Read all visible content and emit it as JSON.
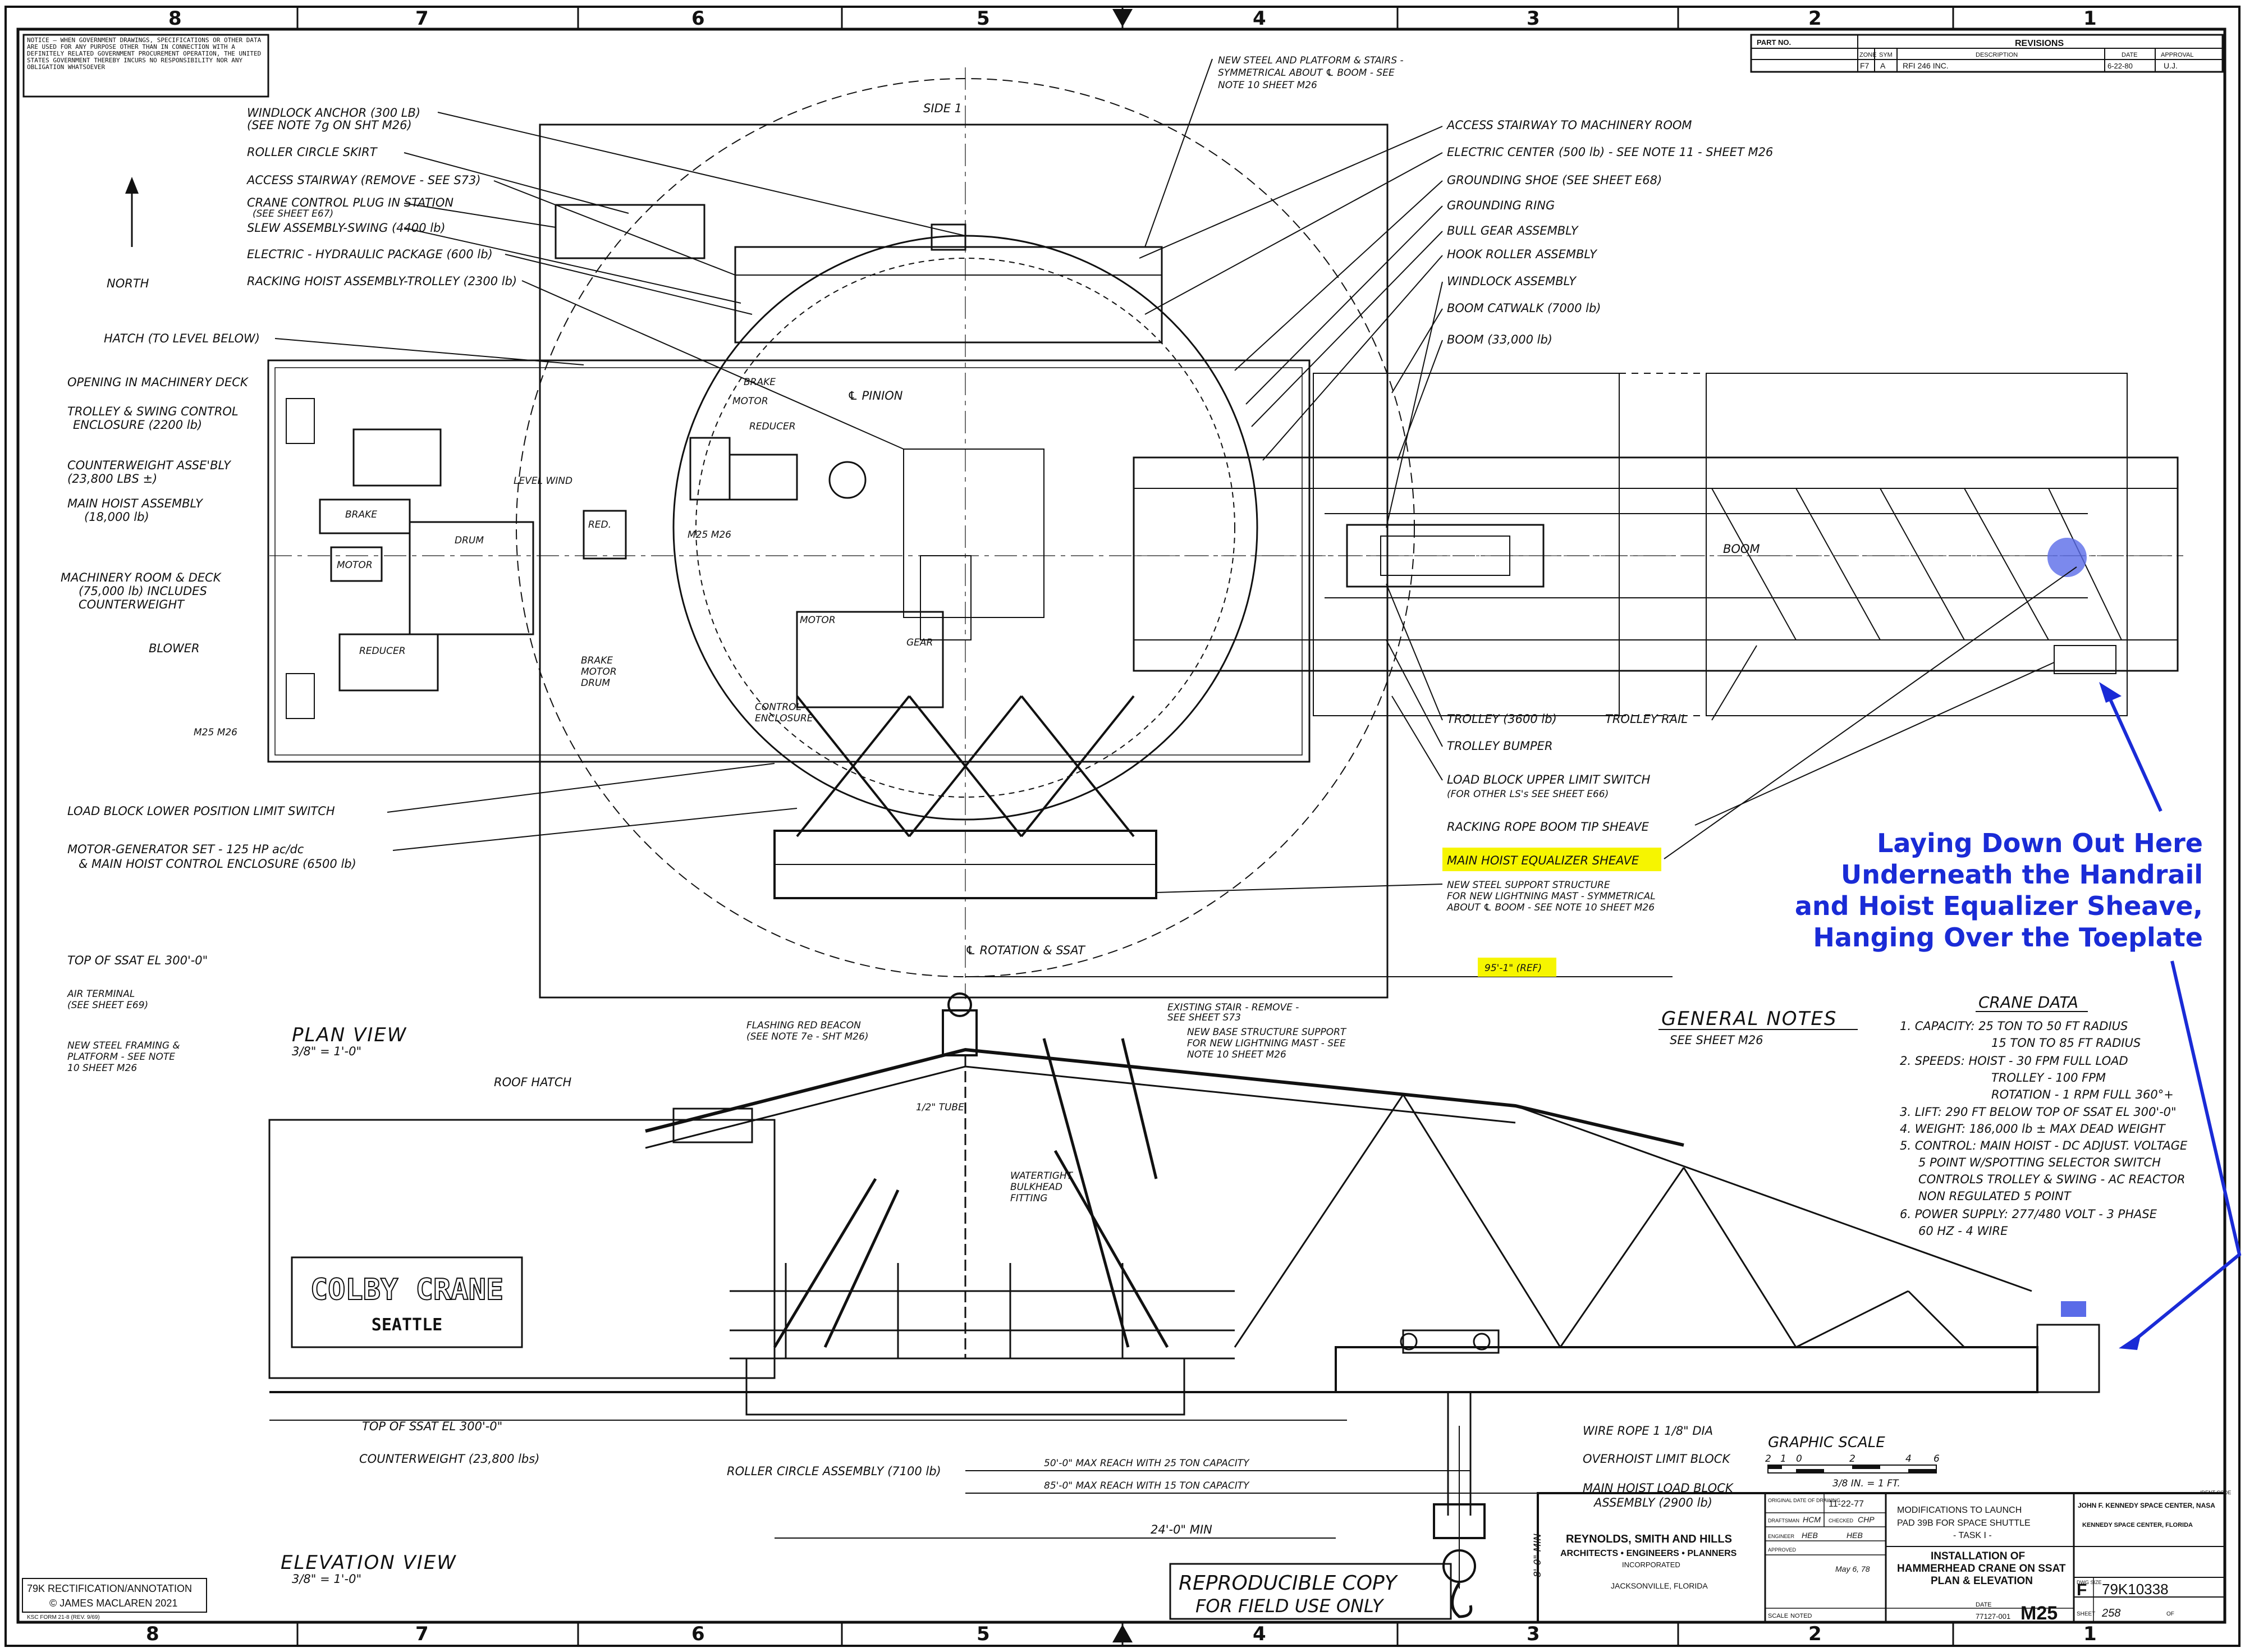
{
  "border": {
    "zones_top": [
      "8",
      "7",
      "6",
      "5",
      "4",
      "3",
      "2",
      "1"
    ],
    "zones_bottom": [
      "8",
      "7",
      "6",
      "5",
      "4",
      "3",
      "2",
      "1"
    ]
  },
  "notice": "NOTICE — WHEN GOVERNMENT DRAWINGS, SPECIFICATIONS OR OTHER DATA ARE USED FOR ANY PURPOSE OTHER THAN IN CONNECTION WITH A DEFINITELY RELATED GOVERNMENT PROCUREMENT OPERATION, THE UNITED STATES GOVERNMENT THEREBY INCURS NO RESPONSIBILITY NOR ANY OBLIGATION WHATSOEVER",
  "revisions": {
    "title": "REVISIONS",
    "part_no_label": "PART NO.",
    "headers": [
      "ZONE",
      "SYM",
      "DESCRIPTION",
      "DATE",
      "APPROVAL"
    ],
    "row": {
      "zone": "F7",
      "sym": "A",
      "desc": "RFI 246 INC.",
      "date": "6-22-80",
      "appr": "U.J."
    }
  },
  "plan": {
    "side_label": "SIDE 1",
    "north": "NORTH",
    "title": "PLAN VIEW",
    "scale": "3/8\" = 1'-0\"",
    "center_label": "℄ ROTATION & SSAT",
    "ref_dim": "95'-1\" (REF)",
    "boom_label": "BOOM",
    "pinion": "℄ PINION",
    "left_callouts": [
      "WINDLOCK ANCHOR (300 LB)",
      "(SEE NOTE 7g ON SHT M26)",
      "ROLLER CIRCLE SKIRT",
      "ACCESS STAIRWAY (REMOVE - SEE S73)",
      "CRANE CONTROL PLUG IN STATION",
      "(SEE SHEET E67)",
      "SLEW ASSEMBLY-SWING (4400 lb)",
      "ELECTRIC - HYDRAULIC PACKAGE (600 lb)",
      "RACKING HOIST ASSEMBLY-TROLLEY (2300 lb)",
      "HATCH (TO LEVEL BELOW)",
      "OPENING IN MACHINERY DECK",
      "TROLLEY & SWING CONTROL",
      "ENCLOSURE (2200 lb)",
      "COUNTERWEIGHT ASSE'BLY",
      "(23,800 LBS ±)",
      "MAIN HOIST ASSEMBLY",
      "(18,000 lb)",
      "MACHINERY ROOM & DECK",
      "(75,000 lb) INCLUDES",
      "COUNTERWEIGHT",
      "BLOWER",
      "LOAD BLOCK LOWER POSITION LIMIT SWITCH",
      "MOTOR-GENERATOR SET - 125 HP ac/dc",
      "& MAIN HOIST CONTROL ENCLOSURE (6500 lb)",
      "TOP OF SSAT EL 300'-0\"",
      "AIR TERMINAL",
      "(SEE SHEET E69)",
      "NEW STEEL FRAMING &",
      "PLATFORM - SEE NOTE",
      "10 SHEET M26"
    ],
    "top_callouts": [
      "NEW STEEL AND PLATFORM & STAIRS -",
      "SYMMETRICAL ABOUT ℄ BOOM - SEE",
      "NOTE 10 SHEET M26"
    ],
    "right_callouts": [
      "ACCESS STAIRWAY TO MACHINERY ROOM",
      "ELECTRIC CENTER (500 lb) - SEE NOTE 11 - SHEET M26",
      "GROUNDING SHOE (SEE SHEET E68)",
      "GROUNDING RING",
      "BULL GEAR ASSEMBLY",
      "HOOK ROLLER ASSEMBLY",
      "WINDLOCK ASSEMBLY",
      "BOOM CATWALK (7000 lb)",
      "BOOM (33,000 lb)"
    ],
    "lower_callouts": [
      "TROLLEY (3600 lb)",
      "TROLLEY RAIL",
      "TROLLEY BUMPER",
      "LOAD BLOCK UPPER LIMIT SWITCH",
      "(FOR OTHER LS's SEE SHEET E66)",
      "RACKING ROPE BOOM TIP SHEAVE",
      "MAIN HOIST EQUALIZER SHEAVE",
      "NEW STEEL SUPPORT STRUCTURE",
      "FOR NEW LIGHTNING MAST - SYMMETRICAL",
      "ABOUT ℄ BOOM - SEE NOTE 10 SHEET M26"
    ],
    "machine_labels": [
      "BRAKE",
      "MOTOR",
      "REDUCER",
      "DRUM",
      "LEVEL WIND",
      "RED.",
      "BRAKE",
      "MOTOR",
      "DRUM",
      "CONTROL",
      "ENCLOSURE",
      "MOTOR",
      "GEAR",
      "BRAKE",
      "MOTOR",
      "REDUCER",
      "M25 M26",
      "M25 M26"
    ]
  },
  "elevation": {
    "title": "ELEVATION VIEW",
    "scale": "3/8\" = 1'-0\"",
    "colby": "COLBY CRANE",
    "seattle": "SEATTLE",
    "callouts": [
      "FLASHING RED BEACON",
      "(SEE NOTE 7e - SHT M26)",
      "EXISTING STAIR - REMOVE -",
      "SEE SHEET S73",
      "NEW BASE STRUCTURE SUPPORT",
      "FOR NEW LIGHTNING MAST - SEE",
      "NOTE 10 SHEET M26",
      "ROOF HATCH",
      "1/2\" TUBE",
      "WATERTIGHT",
      "BULKHEAD",
      "FITTING",
      "TOP OF SSAT EL 300'-0\"",
      "COUNTERWEIGHT (23,800 lbs)",
      "ROLLER CIRCLE ASSEMBLY (7100 lb)",
      "WIRE ROPE 1 1/8\" DIA",
      "OVERHOIST LIMIT BLOCK",
      "MAIN HOIST LOAD BLOCK",
      "ASSEMBLY (2900 lb)"
    ],
    "dims": [
      "50'-0\" MAX REACH WITH 25 TON CAPACITY",
      "85'-0\" MAX REACH WITH 15 TON CAPACITY",
      "24'-0\" MIN",
      "8'-0\" MIN"
    ]
  },
  "notes": {
    "general_title": "GENERAL NOTES",
    "general_sub": "SEE SHEET M26",
    "crane_title": "CRANE DATA",
    "crane_lines": [
      "1. CAPACITY: 25 TON TO 50 FT RADIUS",
      "15 TON TO 85 FT RADIUS",
      "2. SPEEDS: HOIST - 30 FPM FULL LOAD",
      "TROLLEY - 100 FPM",
      "ROTATION - 1 RPM FULL 360°+",
      "3. LIFT: 290 FT BELOW TOP OF SSAT EL 300'-0\"",
      "4. WEIGHT: 186,000 lb ± MAX DEAD WEIGHT",
      "5. CONTROL: MAIN HOIST - DC ADJUST. VOLTAGE",
      "5 POINT W/SPOTTING SELECTOR SWITCH",
      "CONTROLS TROLLEY & SWING - AC REACTOR",
      "NON REGULATED 5 POINT",
      "6. POWER SUPPLY: 277/480 VOLT - 3 PHASE",
      "60 HZ - 4 WIRE"
    ],
    "graphic_scale_title": "GRAPHIC SCALE",
    "graphic_scale_ticks": [
      "2",
      "1",
      "0",
      "2",
      "4",
      "6"
    ],
    "graphic_scale_unit": "3/8 IN. = 1 FT."
  },
  "annotation": {
    "lines": [
      "Laying Down Out Here",
      "Underneath the Handrail",
      "and Hoist Equalizer Sheave,",
      "Hanging Over the Toeplate"
    ],
    "color": "#1a2bd6",
    "highlight_color": "#f6f500"
  },
  "stamp": {
    "line1": "REPRODUCIBLE COPY",
    "line2": "FOR FIELD USE ONLY"
  },
  "credits": {
    "line1": "79K RECTIFICATION/ANNOTATION",
    "line2": "© JAMES MACLAREN 2021",
    "form": "KSC FORM 21-8 (REV. 9/69)"
  },
  "title_block": {
    "firm1": "REYNOLDS, SMITH AND HILLS",
    "firm2": "ARCHITECTS • ENGINEERS • PLANNERS",
    "firm3": "INCORPORATED",
    "firm4": "JACKSONVILLE, FLORIDA",
    "orig_date_label": "ORIGINAL DATE OF DRAWING",
    "orig_date": "11-22-77",
    "drawn_label": "DRAFTSMAN",
    "drawn": "HCM",
    "checked_label": "CHECKED",
    "checked": "CHP",
    "engineer_label": "ENGINEER",
    "engineer": "HEB",
    "engineer2": "HEB",
    "approved_label": "APPROVED",
    "mod_line1": "MODIFICATIONS TO LAUNCH",
    "mod_line2": "PAD 39B FOR SPACE SHUTTLE",
    "mod_line3": "- TASK I -",
    "title_line1": "INSTALLATION OF",
    "title_line2": "HAMMERHEAD CRANE ON SSAT",
    "title_line3": "PLAN & ELEVATION",
    "agency1": "JOHN F. KENNEDY SPACE CENTER, NASA",
    "agency2": "KENNEDY SPACE CENTER, FLORIDA",
    "dwg_size_label": "DWG SIZE",
    "size": "F",
    "dwg_no": "79K10338",
    "sheet_label": "SHEET",
    "sheet": "258",
    "of_label": "OF",
    "sheet_id": "M25",
    "scale_label": "SCALE",
    "scale": "NOTED",
    "date_label": "DATE",
    "job": "77127-001",
    "approval_date": "May 6, 78",
    "ident_label": "IDENT CODE"
  }
}
